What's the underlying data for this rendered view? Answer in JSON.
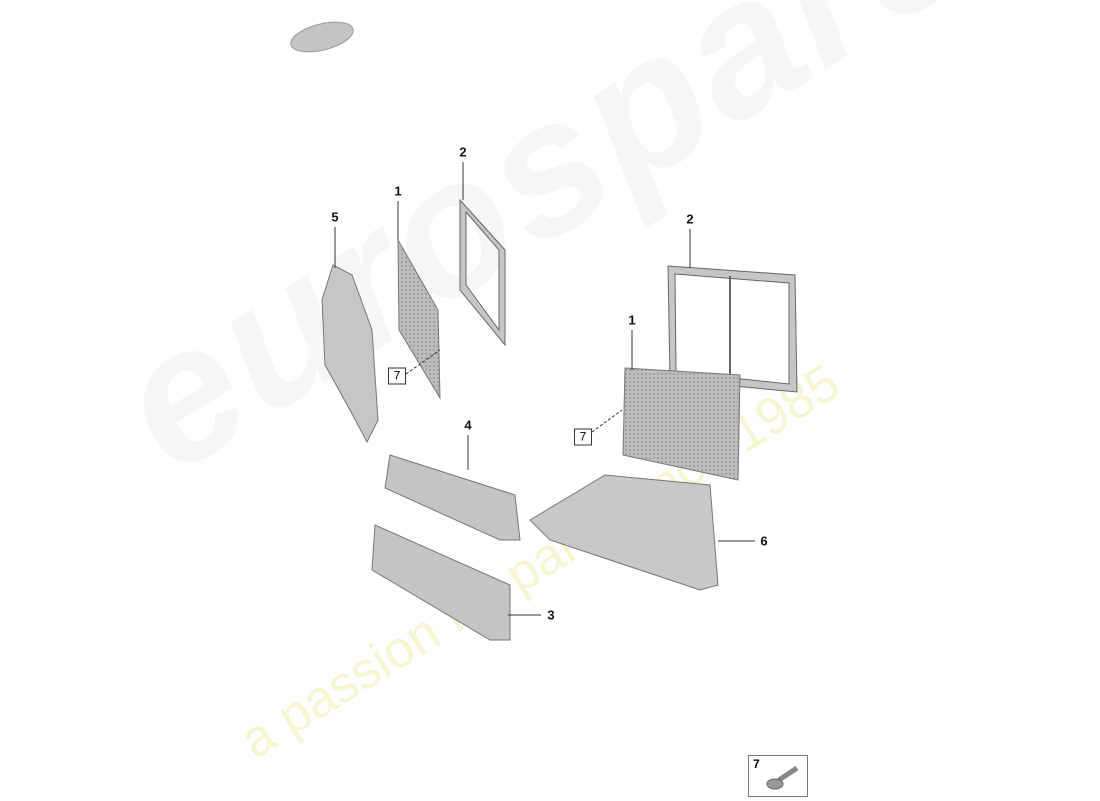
{
  "diagram": {
    "callouts": [
      {
        "id": "c5",
        "label": "5"
      },
      {
        "id": "c1a",
        "label": "1"
      },
      {
        "id": "c2a",
        "label": "2"
      },
      {
        "id": "c2b",
        "label": "2"
      },
      {
        "id": "c1b",
        "label": "1"
      },
      {
        "id": "c4",
        "label": "4"
      },
      {
        "id": "c6",
        "label": "6"
      },
      {
        "id": "c3",
        "label": "3"
      }
    ],
    "screw_refs": [
      "7",
      "7"
    ],
    "legend": {
      "number": "7",
      "icon": "screw-icon"
    }
  },
  "watermark": {
    "brand": "eurospares",
    "tagline": "a passion for parts since 1985"
  },
  "colors": {
    "part_fill": "#c9c9c9",
    "part_stroke": "#7a7a7a",
    "leader": "#333333"
  }
}
